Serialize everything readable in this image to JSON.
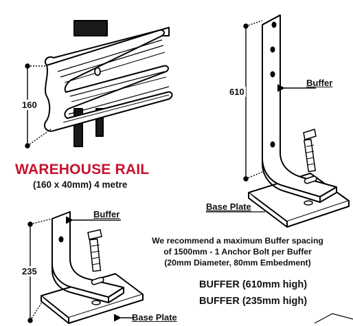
{
  "rail": {
    "title": "WAREHOUSE RAIL",
    "subtitle": "(160 x 40mm) 4 metre",
    "height_label": "160"
  },
  "tall_buffer": {
    "height_label": "610",
    "buffer_label": "Buffer",
    "base_plate_label": "Base Plate"
  },
  "short_buffer": {
    "height_label": "235",
    "buffer_label": "Buffer",
    "base_plate_label": "Base Plate"
  },
  "recommendation": {
    "line1": "We recommend a maximum Buffer spacing",
    "line2": "of 1500mm - 1 Anchor Bolt per Buffer",
    "line3": "(20mm Diameter, 80mm Embedment)"
  },
  "products": {
    "line1": "BUFFER (610mm high)",
    "line2": "BUFFER (235mm high)"
  }
}
